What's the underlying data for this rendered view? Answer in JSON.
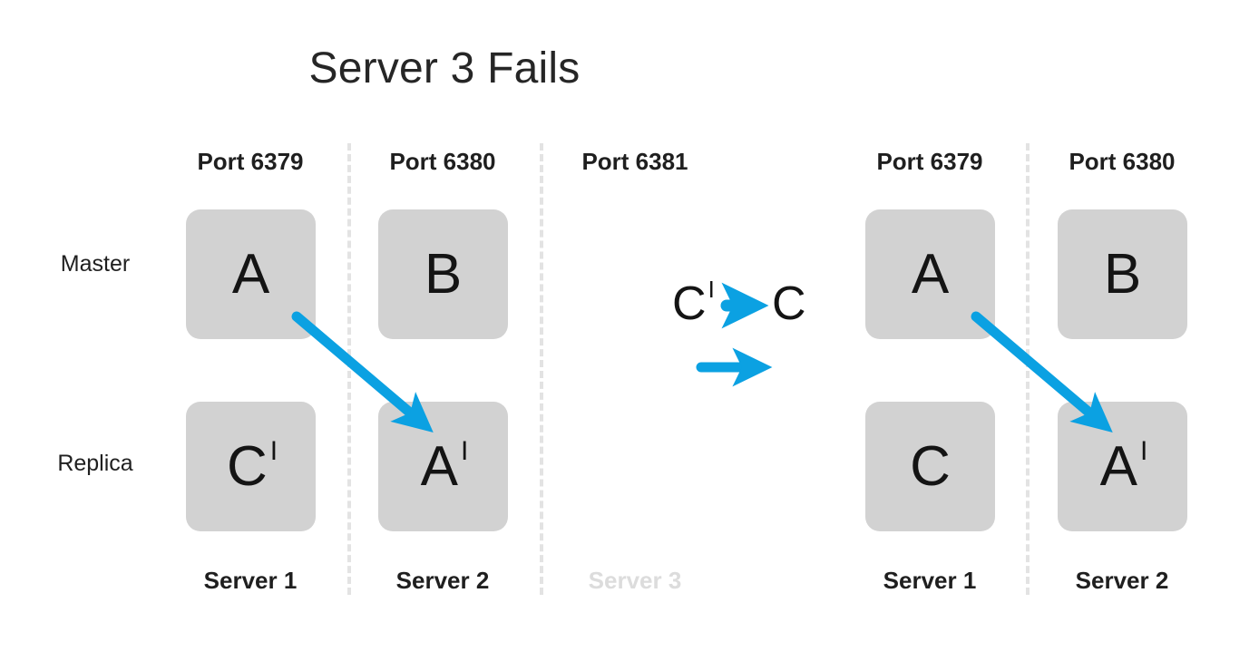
{
  "diagram": {
    "title": "Server 3 Fails",
    "accent_color": "#0ba1e2",
    "node_fill_color": "#d2d2d2",
    "divider_color": "#e3e3e3",
    "failed_label_color": "#dcdcdc",
    "row_labels": {
      "master": "Master",
      "replica": "Replica"
    },
    "before": {
      "columns": [
        {
          "port": "Port 6379",
          "server": "Server 1",
          "failed": false,
          "master": "A",
          "master_prime": "",
          "replica": "C",
          "replica_prime": "I"
        },
        {
          "port": "Port 6380",
          "server": "Server 2",
          "failed": false,
          "master": "B",
          "master_prime": "",
          "replica": "A",
          "replica_prime": "I"
        },
        {
          "port": "Port 6381",
          "server": "Server 3",
          "failed": true,
          "master": "",
          "master_prime": "",
          "replica": "",
          "replica_prime": ""
        }
      ]
    },
    "after": {
      "columns": [
        {
          "port": "Port 6379",
          "server": "Server 1",
          "failed": false,
          "master": "A",
          "master_prime": "",
          "replica": "C",
          "replica_prime": ""
        },
        {
          "port": "Port 6380",
          "server": "Server 2",
          "failed": false,
          "master": "B",
          "master_prime": "",
          "replica": "A",
          "replica_prime": "I"
        }
      ]
    },
    "transition": {
      "from_letter": "C",
      "from_prime": "I",
      "to_letter": "C",
      "to_prime": "",
      "promote_arrow_name": "promote-replica-arrow",
      "transform_arrow_name": "state-transition-arrow"
    },
    "replication_arrows": [
      {
        "name": "replication-arrow-left",
        "from": "Server 1 Master A",
        "to": "Server 2 Replica A'"
      },
      {
        "name": "replication-arrow-right",
        "from": "Server 1 Master A",
        "to": "Server 2 Replica A'"
      }
    ]
  }
}
